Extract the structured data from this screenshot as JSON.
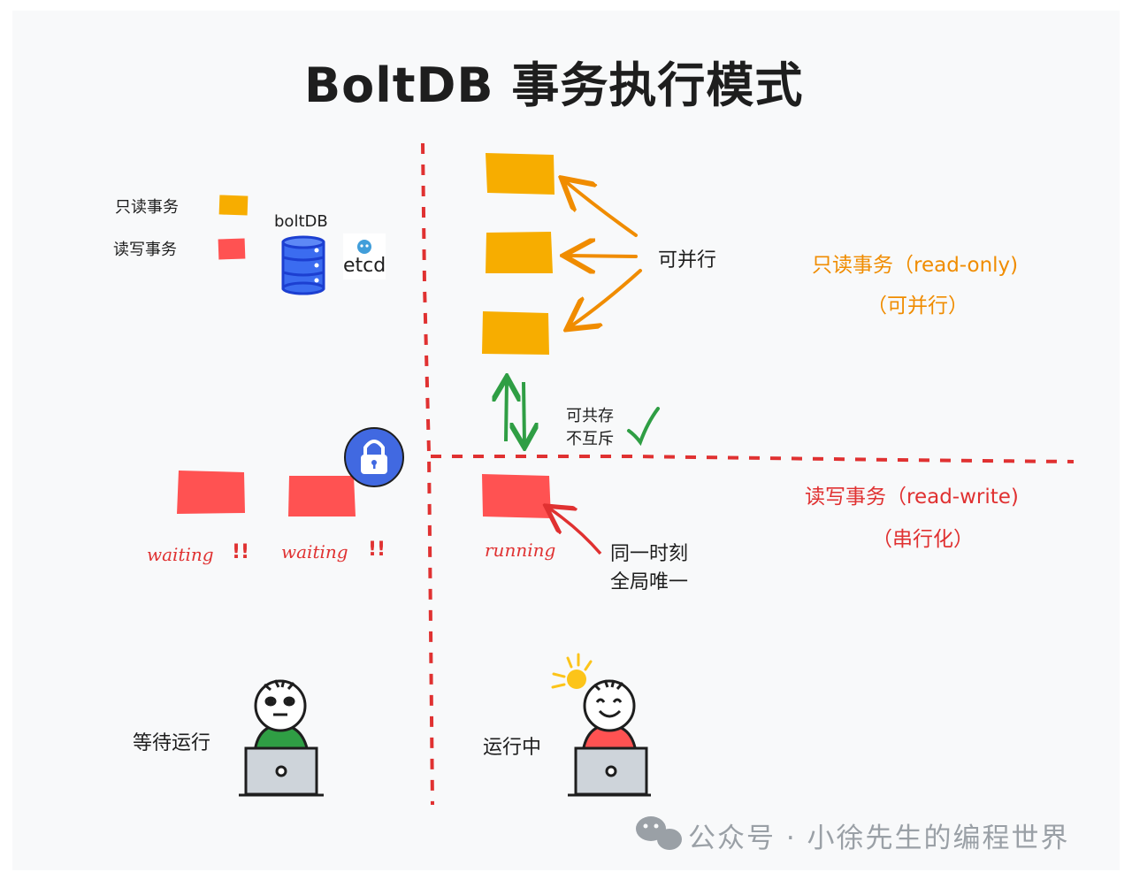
{
  "title": "BoltDB 事务执行模式",
  "legend": {
    "readonly": "只读事务",
    "readwrite": "读写事务",
    "boltdb_label": "boltDB",
    "etcd_label": "etcd",
    "readonly_color": "#f7ad00",
    "readwrite_color": "#ff5252"
  },
  "readonly_section": {
    "parallel_label": "可并行",
    "heading": "只读事务（read-only)",
    "subheading": "（可并行）",
    "coexist_line1": "可共存",
    "coexist_line2": "不互斥",
    "color": "#f08c00"
  },
  "readwrite_section": {
    "heading": "读写事务（read-write)",
    "subheading": "（串行化）",
    "running_label": "running",
    "unique_line1": "同一时刻",
    "unique_line2": "全局唯一",
    "color": "#e03131"
  },
  "waiting": {
    "label": "waiting",
    "marks": "!!"
  },
  "people": {
    "waiting_caption": "等待运行",
    "running_caption": "运行中"
  },
  "icons": [
    "database-icon",
    "etcd-logo-icon",
    "lock-icon",
    "check-icon",
    "wechat-icon",
    "lightbulb-icon"
  ],
  "watermark": "公众号 · 小徐先生的编程世界"
}
